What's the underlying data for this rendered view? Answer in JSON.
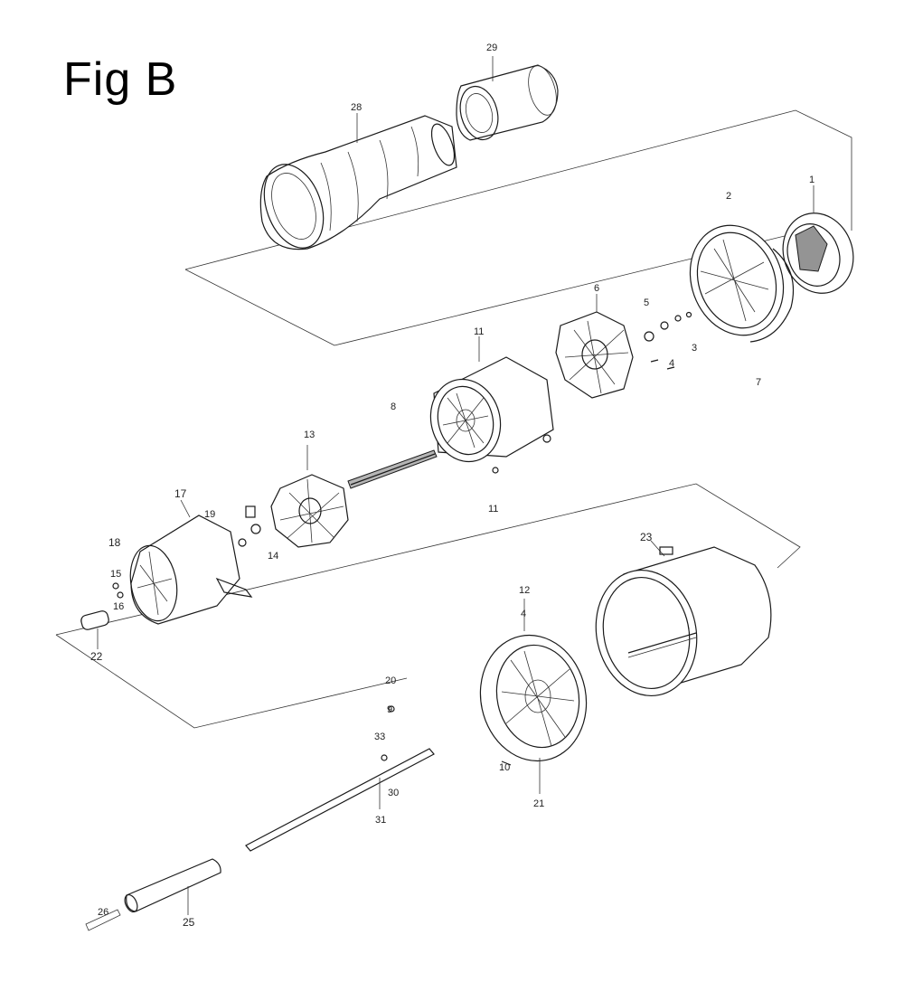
{
  "figure": {
    "title": "Fig B"
  },
  "callouts": [
    {
      "id": "c29",
      "text": "29"
    },
    {
      "id": "c28",
      "text": "28"
    },
    {
      "id": "c1",
      "text": "1"
    },
    {
      "id": "c2",
      "text": "2"
    },
    {
      "id": "c6",
      "text": "6"
    },
    {
      "id": "c5",
      "text": "5"
    },
    {
      "id": "c3",
      "text": "3"
    },
    {
      "id": "c4",
      "text": "4"
    },
    {
      "id": "c7",
      "text": "7"
    },
    {
      "id": "c11a",
      "text": "11"
    },
    {
      "id": "c8",
      "text": "8"
    },
    {
      "id": "c13",
      "text": "13"
    },
    {
      "id": "c11b",
      "text": "11"
    },
    {
      "id": "c17",
      "text": "17"
    },
    {
      "id": "c18",
      "text": "18"
    },
    {
      "id": "c14",
      "text": "14"
    },
    {
      "id": "c15",
      "text": "15"
    },
    {
      "id": "c16",
      "text": "16"
    },
    {
      "id": "c19",
      "text": "19"
    },
    {
      "id": "c22",
      "text": "22"
    },
    {
      "id": "c23",
      "text": "23"
    },
    {
      "id": "c12",
      "text": "12"
    },
    {
      "id": "c4b",
      "text": "4"
    },
    {
      "id": "c20",
      "text": "20"
    },
    {
      "id": "c9",
      "text": "9"
    },
    {
      "id": "c33",
      "text": "33"
    },
    {
      "id": "c10",
      "text": "10"
    },
    {
      "id": "c21",
      "text": "21"
    },
    {
      "id": "c30",
      "text": "30"
    },
    {
      "id": "c31",
      "text": "31"
    },
    {
      "id": "c25",
      "text": "25"
    },
    {
      "id": "c26",
      "text": "26"
    }
  ]
}
